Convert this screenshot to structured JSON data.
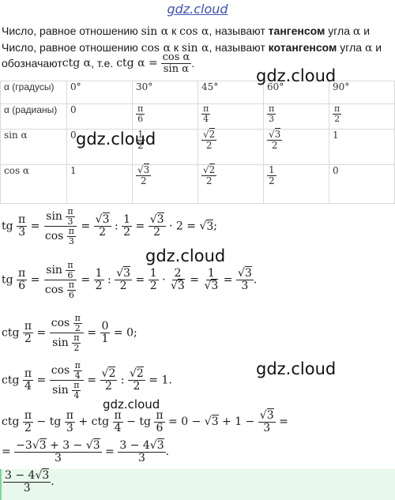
{
  "site": {
    "top_logo": "gdz.cloud",
    "watermark": "gdz.cloud"
  },
  "intro": {
    "line1_a": "Число, равное отношению ",
    "line1_f1": "sin α",
    "line1_b": " к ",
    "line1_f2": "cos α",
    "line1_c": ", называют ",
    "line1_bold": "тангенсом",
    "line1_d": " угла ",
    "line1_alpha": "α",
    "line1_e": " и",
    "line2_a": "Число, равное отношению ",
    "line2_f1": "cos α",
    "line2_b": " к ",
    "line2_f2": "sin α",
    "line2_c": ", называют ",
    "line2_bold": "котангенсом",
    "line2_d": " угла ",
    "line2_alpha": "α",
    "line2_e": " и",
    "line3_a": "обозначают ",
    "line3_f": "ctg α",
    "line3_b": ", т.е. ",
    "line3_eq": "ctg α =",
    "line3_num": "cos α",
    "line3_den": "sin α",
    "line3_end": "."
  },
  "table": {
    "row_labels": [
      "α (градусы)",
      "α (радианы)",
      "sin α",
      "cos α"
    ],
    "degrees": [
      "0°",
      "30°",
      "45°",
      "60°",
      "90°"
    ],
    "radians": [
      "0",
      "π/6",
      "π/4",
      "π/3",
      "π/2"
    ],
    "sin": [
      "0",
      "1/2",
      "√2/2",
      "√3/2",
      "1"
    ],
    "cos": [
      "1",
      "√3/2",
      "√2/2",
      "1/2",
      "0"
    ]
  },
  "formulas": [
    "tg π/3 = sin(π/3) / cos(π/3) = √3/2 : 1/2 = √3/2 · 2 = √3;",
    "tg π/6 = sin(π/6) / cos(π/6) = 1/2 : √3/2 = 1/2 · 2/√3 = 1/√3 = √3/3.",
    "ctg π/2 = cos(π/2) / sin(π/2) = 0/1 = 0;",
    "ctg π/4 = cos(π/4) / sin(π/4) = √2/2 : √2/2 = 1.",
    "ctg π/2 − tg π/3 + ctg π/4 − tg π/6 = 0 − √3 + 1 − √3/3 =",
    "= (−3√3 + 3 − √3)/3 = (3 − 4√3)/3."
  ],
  "answer": {
    "num": "3 − 4√3",
    "den": "3",
    "end": "."
  }
}
